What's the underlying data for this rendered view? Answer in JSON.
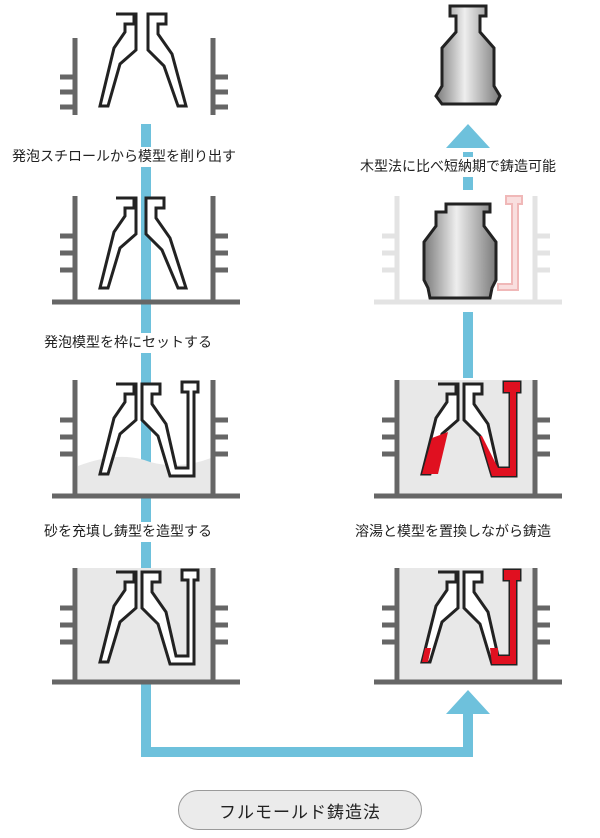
{
  "title": "フルモールド鋳造法",
  "steps": {
    "carve": "発泡スチロールから模型を削り出す",
    "set": "発泡模型を枠にセットする",
    "fill": "砂を充填し鋳型を造型する",
    "pour": "溶湯と模型を置換しながら鋳造",
    "result": "木型法に比べ短納期で鋳造可能"
  },
  "colors": {
    "flow": "#6ec1dc",
    "frame": "#666666",
    "sand": "#e8e8e8",
    "metal": "#e01020",
    "pattern_outline": "#222222"
  },
  "icons": {
    "flow": "arrow-icon",
    "frame": "flask-icon",
    "pattern": "foam-pattern-icon",
    "casting": "cast-part-icon"
  }
}
